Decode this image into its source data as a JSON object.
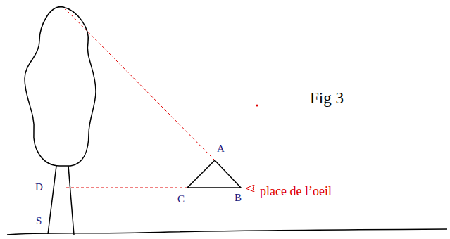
{
  "diagram": {
    "labels": [
      "Fig 3",
      "A",
      "B",
      "C",
      "D",
      "S",
      "place de l’oeil"
    ]
  }
}
